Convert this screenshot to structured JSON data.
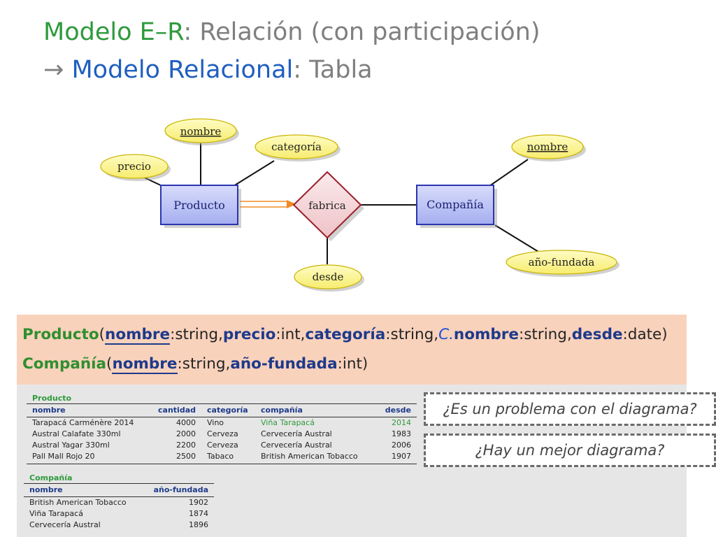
{
  "title": {
    "line1_green": "Modelo E–R",
    "line1_rest": ": Relación (con participación)",
    "arrow": "→",
    "line2_blue": "Modelo Relacional",
    "line2_rest": ": Tabla"
  },
  "diagram": {
    "entities": {
      "producto": "Producto",
      "compania": "Compañía"
    },
    "relationship": "fabrica",
    "attributes": {
      "producto_nombre": "nombre",
      "producto_precio": "precio",
      "producto_categoria": "categoría",
      "compania_nombre": "nombre",
      "compania_fundada": "año-fundada",
      "rel_desde": "desde"
    },
    "colors": {
      "entity_fill": "#b8c0f4",
      "relationship_fill": "#f3d3d6",
      "attribute_fill": "#fbf59a",
      "arrow": "#f08a24"
    }
  },
  "schema": {
    "producto": {
      "name": "Producto",
      "attrs": [
        {
          "name": "nombre",
          "type": "string"
        },
        {
          "name": "precio",
          "type": "int"
        },
        {
          "name": "categoría",
          "type": "string"
        },
        {
          "prefix": "C.",
          "name": "nombre",
          "type": "string"
        },
        {
          "name": "desde",
          "type": "date"
        }
      ]
    },
    "compania": {
      "name": "Compañía",
      "attrs": [
        {
          "name": "nombre",
          "type": "string"
        },
        {
          "name": "año-fundada",
          "type": "int"
        }
      ]
    }
  },
  "tables": {
    "producto": {
      "caption": "Producto",
      "headers": [
        "nombre",
        "cantidad",
        "categoría",
        "compañía",
        "desde"
      ],
      "rows": [
        [
          "Tarapacá Carménère 2014",
          "4000",
          "Vino",
          "Viña Tarapacá",
          "2014"
        ],
        [
          "Austral Calafate 330ml",
          "2000",
          "Cerveza",
          "Cervecería Austral",
          "1983"
        ],
        [
          "Austral Yagar 330ml",
          "2200",
          "Cerveza",
          "Cervecería Austral",
          "2006"
        ],
        [
          "Pall Mall Rojo 20",
          "2500",
          "Tabaco",
          "British American Tobacco",
          "1907"
        ]
      ]
    },
    "compania": {
      "caption": "Compañía",
      "headers": [
        "nombre",
        "año-fundada"
      ],
      "rows": [
        [
          "British American Tobacco",
          "1902"
        ],
        [
          "Viña Tarapacá",
          "1874"
        ],
        [
          "Cervecería Austral",
          "1896"
        ]
      ]
    }
  },
  "questions": {
    "q1": "¿Es un problema con el diagrama?",
    "q2": "¿Hay un mejor diagrama?"
  }
}
